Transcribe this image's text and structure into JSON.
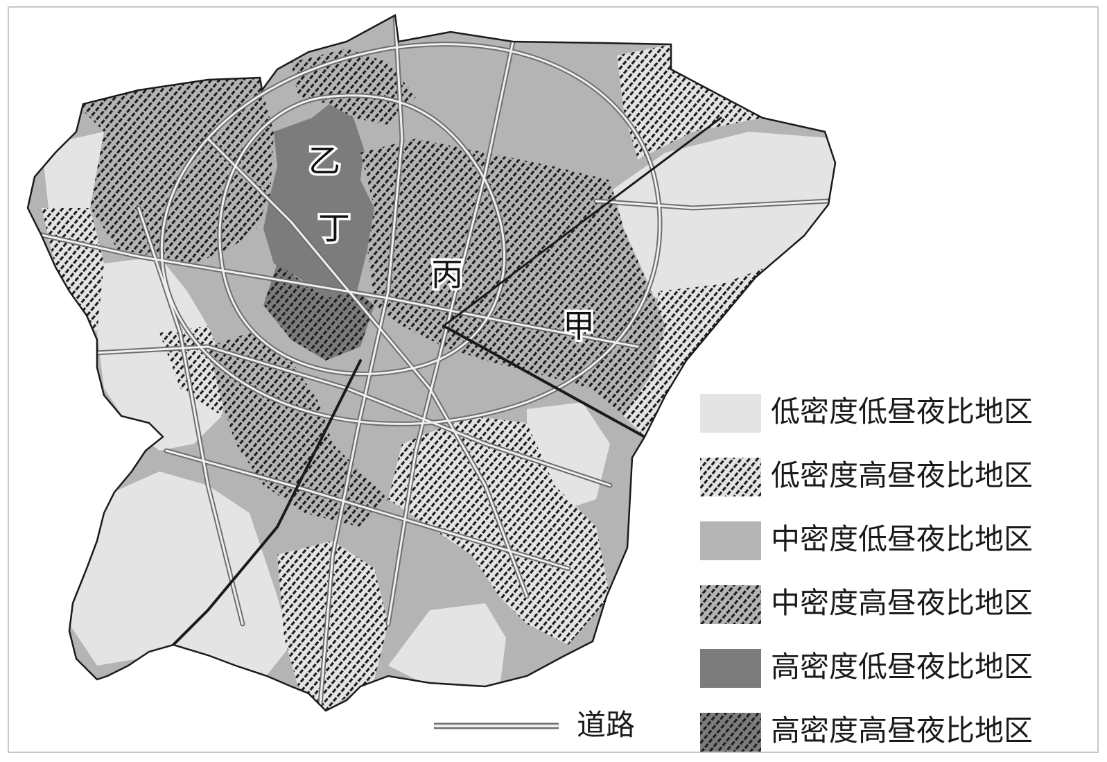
{
  "map": {
    "place_labels": [
      "甲",
      "乙",
      "丙",
      "丁"
    ]
  },
  "legend": {
    "items": [
      {
        "label": "低密度低昼夜比地区",
        "fill": "#e4e4e4",
        "hatch": false
      },
      {
        "label": "低密度高昼夜比地区",
        "fill": "#e4e4e4",
        "hatch": true
      },
      {
        "label": "中密度低昼夜比地区",
        "fill": "#b4b4b4",
        "hatch": false
      },
      {
        "label": "中密度高昼夜比地区",
        "fill": "#b4b4b4",
        "hatch": true
      },
      {
        "label": "高密度低昼夜比地区",
        "fill": "#7c7c7c",
        "hatch": false
      },
      {
        "label": "高密度高昼夜比地区",
        "fill": "#7c7c7c",
        "hatch": true
      }
    ],
    "road_label": "道路"
  },
  "colors": {
    "low_density": "#e4e4e4",
    "mid_density": "#b4b4b4",
    "high_density": "#7c7c7c",
    "hatch": "#1e1e1e",
    "road_outer": "#6e6e6e",
    "road_inner": "#f0f0f0",
    "outline": "#1a1a1a"
  }
}
